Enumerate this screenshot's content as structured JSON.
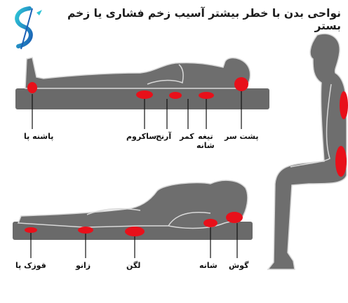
{
  "title": "نواحی بدن با خطر بیشتر آسیب زخم فشاری یا زخم بستر",
  "logo": {
    "icon": "s-curve-logo-icon",
    "colors": [
      "#2ec4d6",
      "#1a5fb4"
    ]
  },
  "colors": {
    "body": "#6e6e6e",
    "outline": "#d9d9d9",
    "mattress": "#6a6a6a",
    "pressure": "#e8101a",
    "line": "#111111"
  },
  "supine": {
    "labels": {
      "heel": "پاشنه پا",
      "sacrum": "ساکروم",
      "elbow": "آرنج",
      "waist": "کمر",
      "shoulder_blade": "تیغه\nشانه",
      "back_of_head": "پشت سر"
    }
  },
  "lateral": {
    "labels": {
      "ankle": "قوزک پا",
      "knee": "زانو",
      "hip": "لگن",
      "shoulder": "شانه",
      "ear": "گوش"
    }
  }
}
